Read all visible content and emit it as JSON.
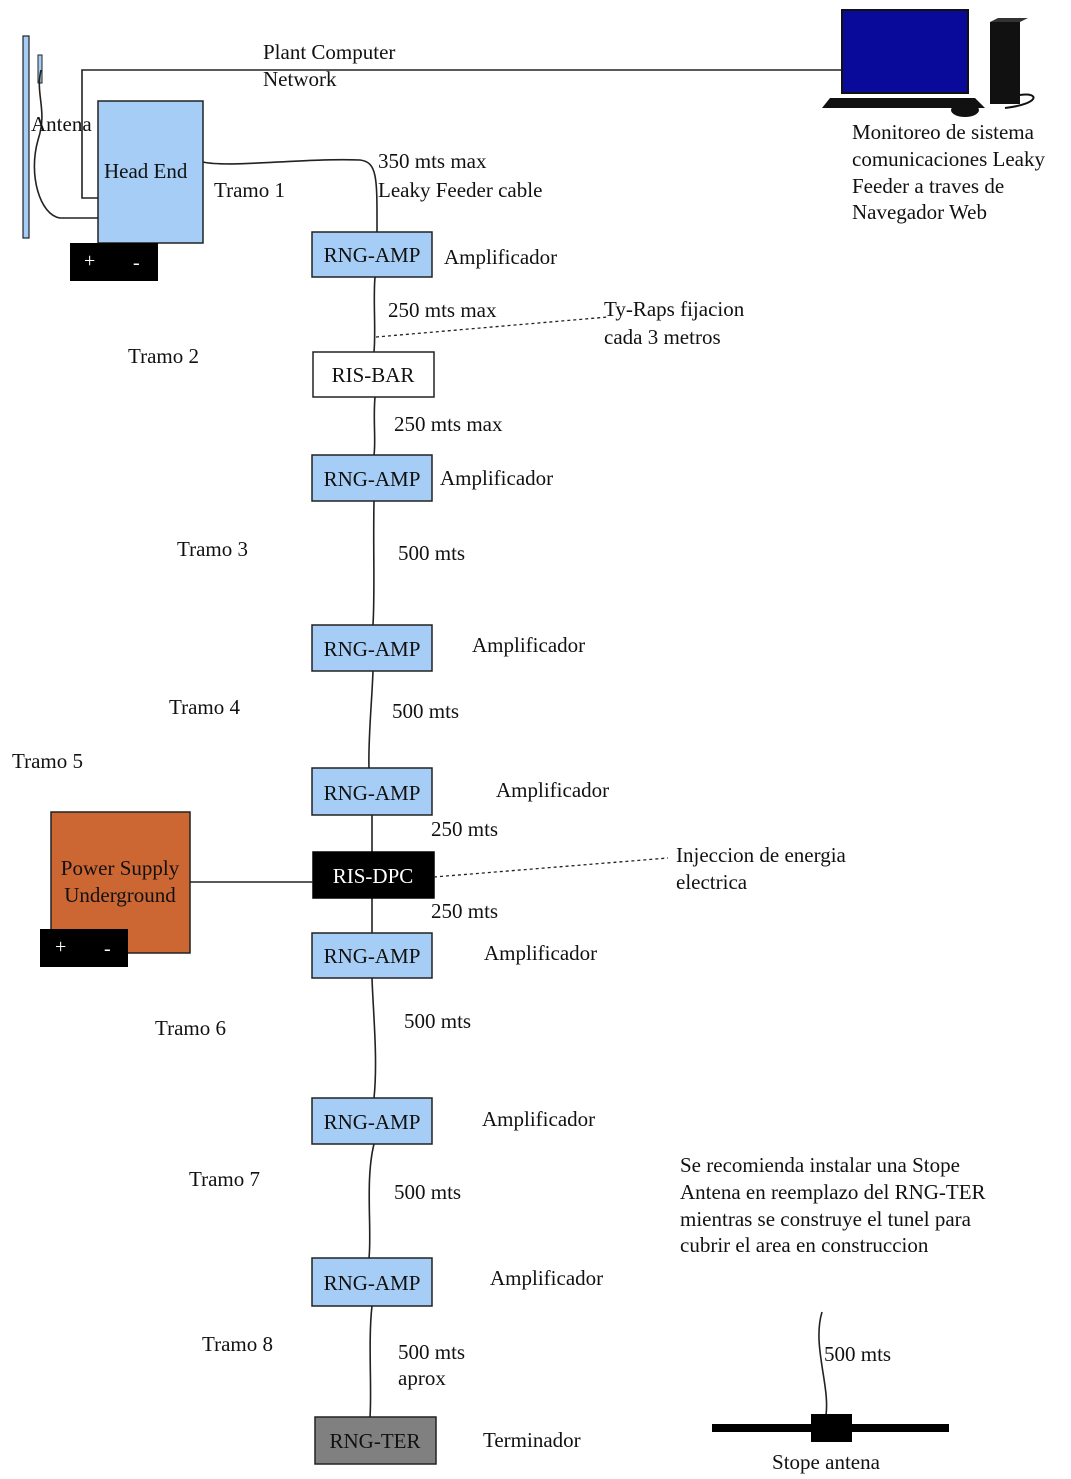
{
  "labels": {
    "network_l1": "Plant Computer",
    "network_l2": "Network",
    "antena": "Antena",
    "head_end": "Head End",
    "monitor_l1": "Monitoreo de sistema",
    "monitor_l2": "comunicaciones Leaky",
    "monitor_l3": "Feeder a traves de",
    "monitor_l4": "Navegador Web",
    "cable_l1": "350 mts max",
    "cable_l2": "Leaky Feeder cable",
    "tramo1": "Tramo 1",
    "tramo2": "Tramo 2",
    "tramo3": "Tramo 3",
    "tramo4": "Tramo 4",
    "tramo5": "Tramo 5",
    "tramo6": "Tramo 6",
    "tramo7": "Tramo 7",
    "tramo8": "Tramo 8",
    "dist_250_max_a": "250 mts max",
    "dist_250_max_b": "250 mts max",
    "dist_500_a": "500 mts",
    "dist_500_b": "500 mts",
    "dist_250_a": "250 mts",
    "dist_250_b": "250 mts",
    "dist_500_c": "500 mts",
    "dist_500_d": "500 mts",
    "dist_500_aprox_l1": "500 mts",
    "dist_500_aprox_l2": "aprox",
    "dist_stope": "500 mts",
    "tyraps_l1": "Ty-Raps fijacion",
    "tyraps_l2": "cada 3 metros",
    "injection_l1": "Injeccion de energia",
    "injection_l2": "electrica",
    "power_l1": "Power Supply",
    "power_l2": "Underground",
    "plus": "+",
    "minus": "-",
    "note_l1": "Se recomienda instalar una Stope",
    "note_l2": "Antena en reemplazo del RNG-TER",
    "note_l3": "mientras se construye el tunel para",
    "note_l4": "cubrir el area en construccion",
    "stope_antenna": "Stope antena",
    "terminator": "Terminador"
  },
  "devices": [
    {
      "label": "RNG-AMP",
      "caption": "Amplificador"
    },
    {
      "label": "RIS-BAR",
      "caption": ""
    },
    {
      "label": "RNG-AMP",
      "caption": "Amplificador"
    },
    {
      "label": "RNG-AMP",
      "caption": "Amplificador"
    },
    {
      "label": "RNG-AMP",
      "caption": "Amplificador"
    },
    {
      "label": "RIS-DPC",
      "caption": ""
    },
    {
      "label": "RNG-AMP",
      "caption": "Amplificador"
    },
    {
      "label": "RNG-AMP",
      "caption": "Amplificador"
    },
    {
      "label": "RNG-AMP",
      "caption": "Amplificador"
    },
    {
      "label": "RNG-TER",
      "caption": ""
    }
  ],
  "colors": {
    "amp": "#a6cdf5",
    "head_end": "#a6cdf5",
    "ris_bar": "#ffffff",
    "ris_dpc": "#000000",
    "terminator": "#808080",
    "power_supply": "#cc6633",
    "monitor": "#0a0a9a",
    "terminal_block": "#000000"
  }
}
